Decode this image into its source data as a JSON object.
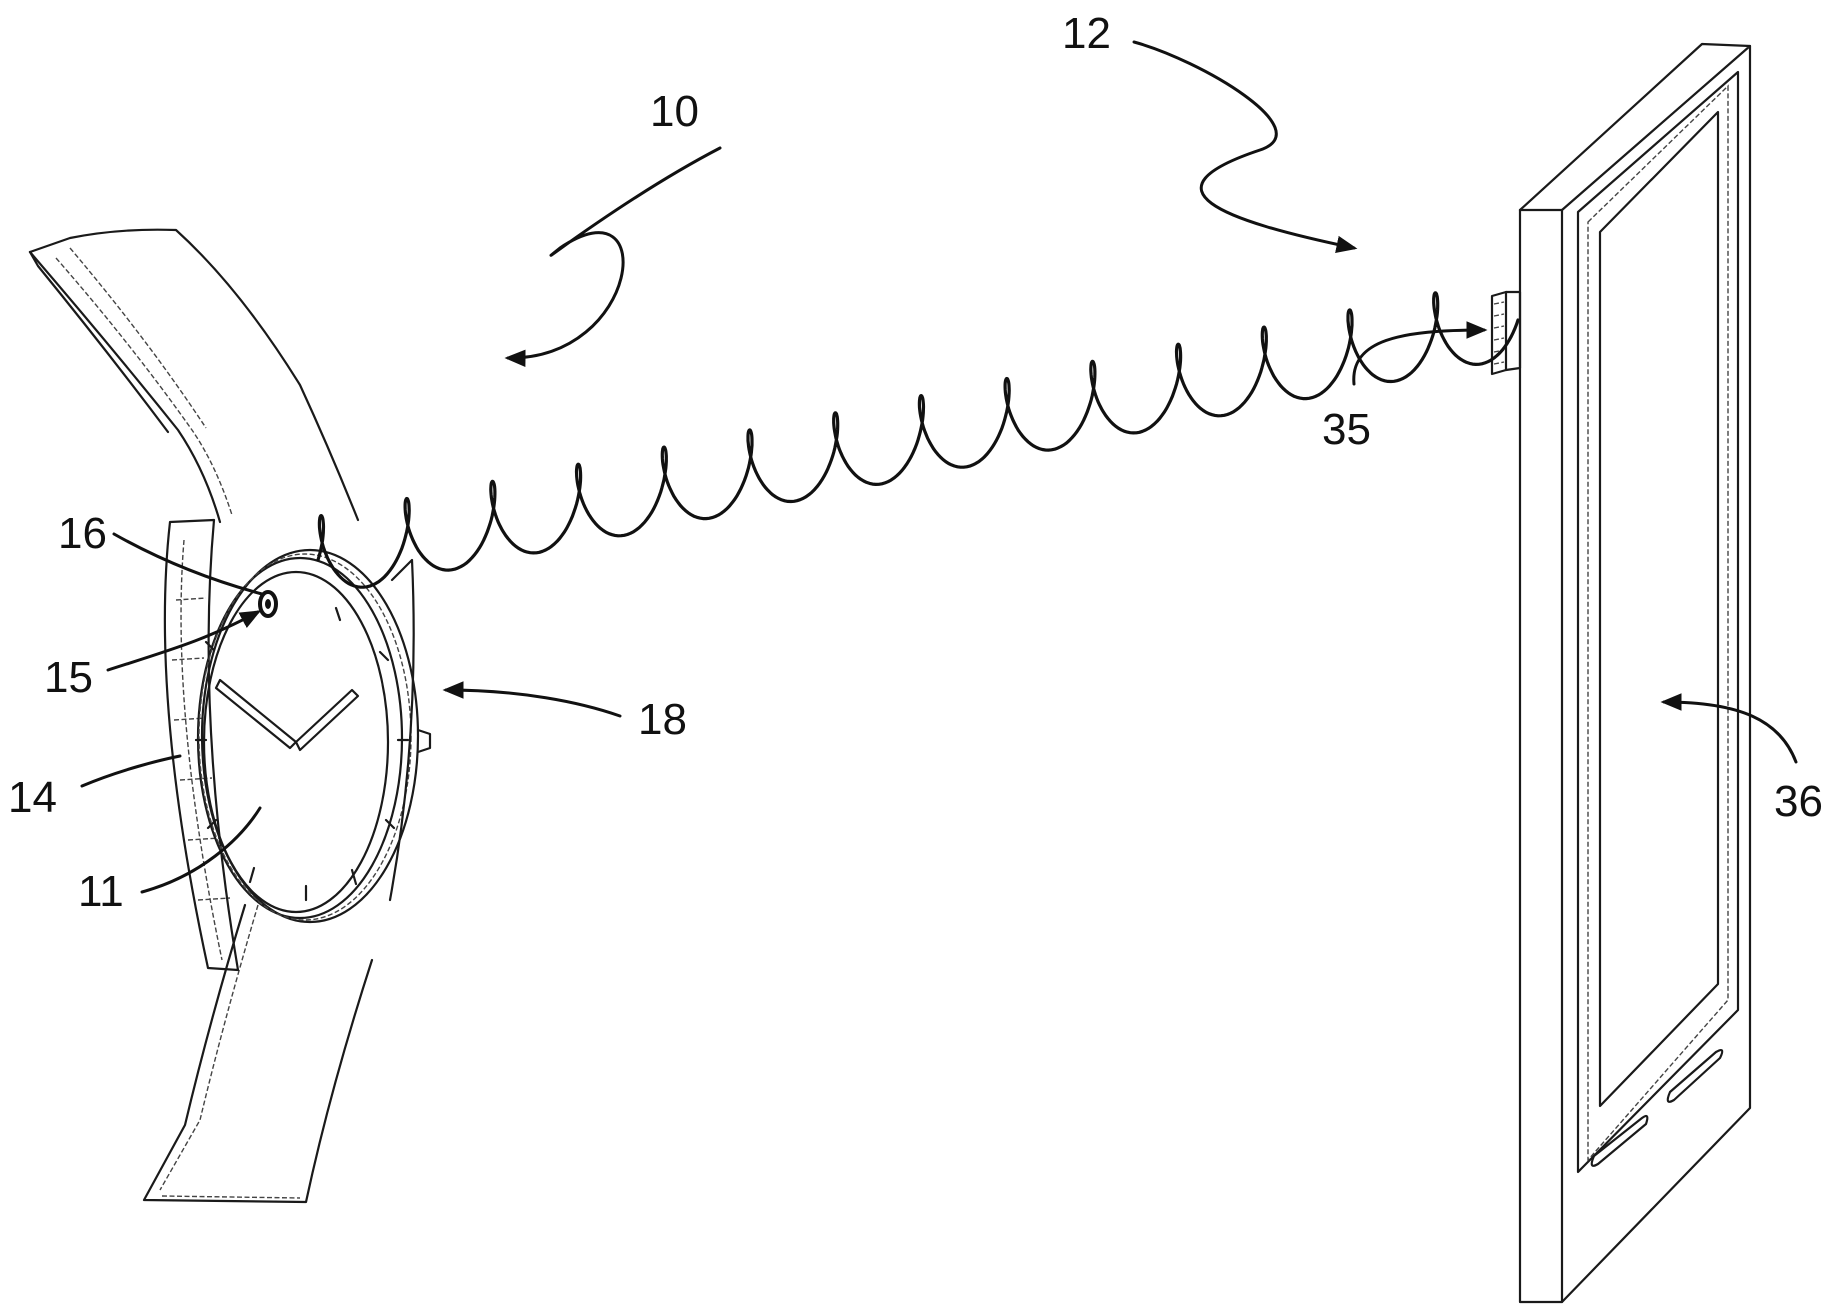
{
  "figure": {
    "reference_numerals": {
      "system": "10",
      "watch_face": "11",
      "mobile_device": "12",
      "bracelet": "14",
      "light_emitter": "15",
      "sensor": "16",
      "watch": "18",
      "camera": "35",
      "display": "36"
    }
  }
}
